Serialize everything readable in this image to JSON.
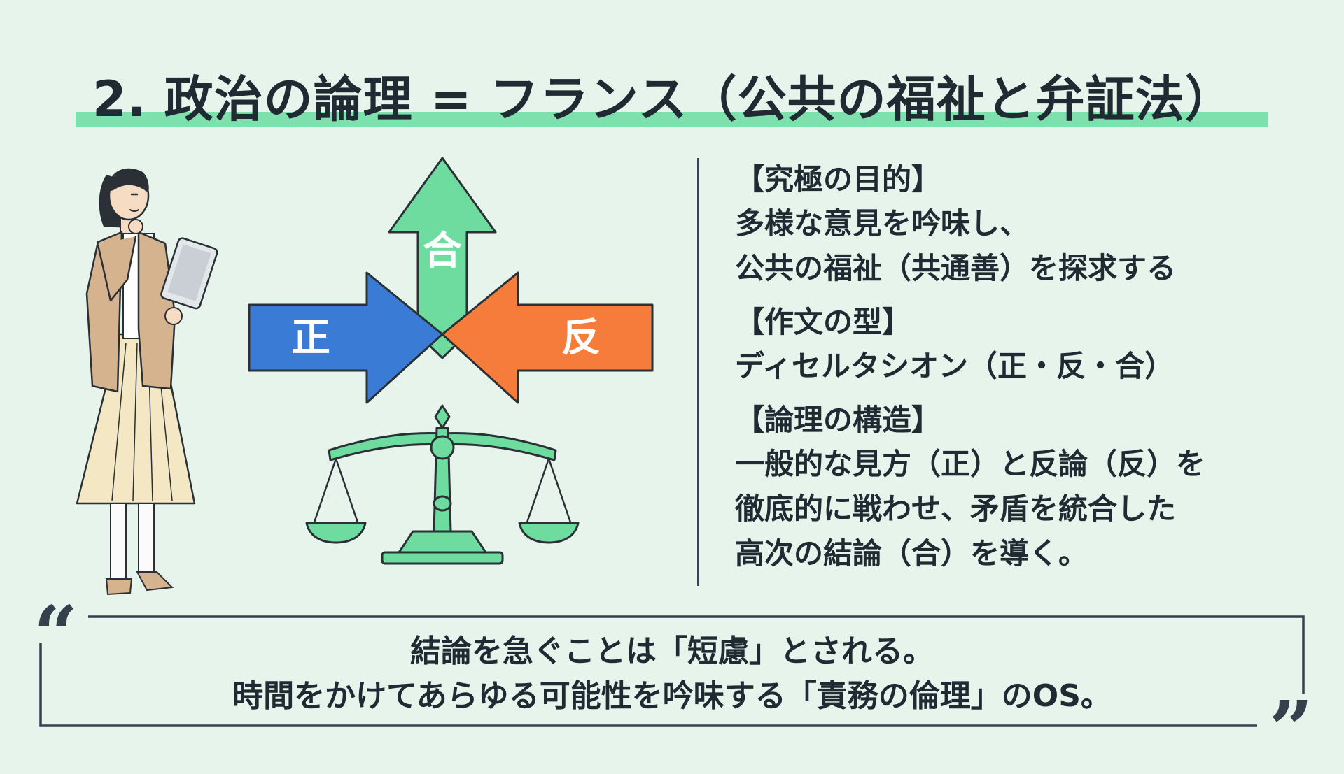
{
  "title": "2. 政治の論理 = フランス（公共の福祉と弁証法）",
  "diagram": {
    "thesis": "正",
    "antithesis": "反",
    "synthesis": "合"
  },
  "info": {
    "sections": [
      {
        "heading": "【究極の目的】",
        "lines": [
          "多様な意見を吟味し、",
          "公共の福祉（共通善）を探求する"
        ]
      },
      {
        "heading": "【作文の型】",
        "lines": [
          "ディセルタシオン（正・反・合）"
        ]
      },
      {
        "heading": "【論理の構造】",
        "lines": [
          "一般的な見方（正）と反論（反）を",
          "徹底的に戦わせ、矛盾を統合した",
          "高次の結論（合）を導く。"
        ]
      }
    ]
  },
  "quote": {
    "open_mark": "“",
    "close_mark": "”",
    "lines": [
      "結論を急ぐことは「短慮」とされる。",
      "時間をかけてあらゆる可能性を吟味する「責務の倫理」のOS。"
    ]
  },
  "colors": {
    "background": "#e6f4ec",
    "title_underline": "#7ee0ad",
    "thesis_arrow": "#3a7bd5",
    "antithesis_arrow": "#f57c3b",
    "synthesis_arrow": "#6fdc9f",
    "scale": "#6fdc9f",
    "text": "#1f2a33"
  }
}
